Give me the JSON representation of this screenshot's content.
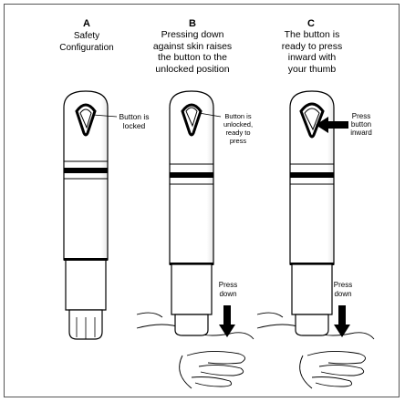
{
  "panels": [
    {
      "letter": "A",
      "caption": "Safety\nConfiguration",
      "callout": "Button is\nlocked"
    },
    {
      "letter": "B",
      "caption": "Pressing down\nagainst skin raises\nthe button to the\nunlocked position",
      "callout": "Button is\nunlocked,\nready to\npress",
      "press_label": "Press\ndown"
    },
    {
      "letter": "C",
      "caption": "The button is\nready to press\ninward with\nyour thumb",
      "callout": "Press\nbutton\ninward",
      "press_label": "Press\ndown"
    }
  ]
}
